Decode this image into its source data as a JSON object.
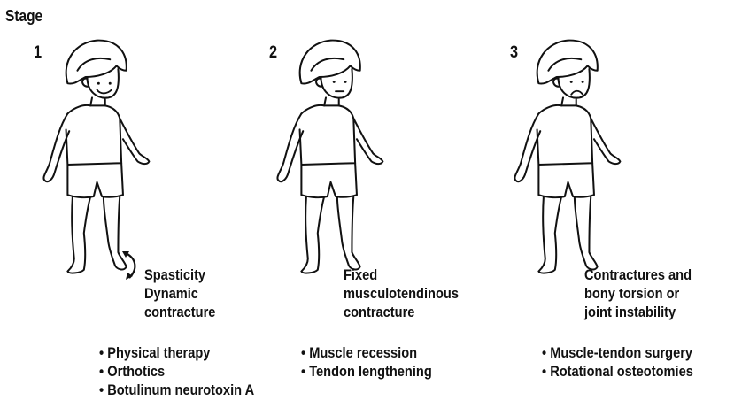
{
  "title": "Stage",
  "stages": [
    {
      "number": "1",
      "description": [
        "Spasticity",
        "Dynamic",
        "contracture"
      ],
      "treatments": [
        "Physical therapy",
        "Orthotics",
        "Botulinum neurotoxin A"
      ]
    },
    {
      "number": "2",
      "description": [
        "Fixed",
        "musculotendinous",
        "contracture"
      ],
      "treatments": [
        "Muscle recession",
        "Tendon lengthening"
      ]
    },
    {
      "number": "3",
      "description": [
        "Contractures and",
        "bony torsion or",
        "joint instability"
      ],
      "treatments": [
        "Muscle-tendon surgery",
        "Rotational osteotomies"
      ]
    }
  ],
  "icons": [
    "child-stage-1-figure-icon",
    "child-stage-2-figure-icon",
    "child-stage-3-figure-icon",
    "motion-arrow-icon"
  ]
}
